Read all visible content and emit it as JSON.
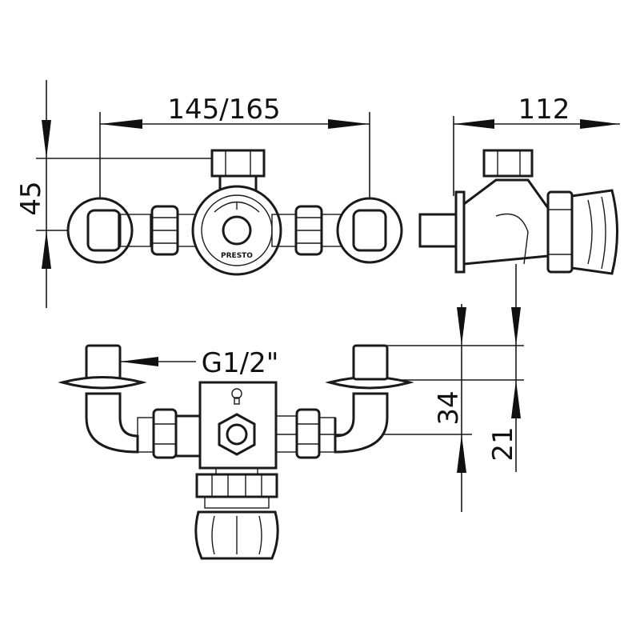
{
  "dimensions": {
    "width_overall": "145/165",
    "depth": "112",
    "height_offset": "45",
    "inlet_thread": "G1/2\"",
    "outlet_height_top": "34",
    "outlet_height_bottom": "21"
  },
  "labels": {
    "brand_mark": "PRESTO"
  },
  "colors": {
    "line": "#1a1a1a",
    "background": "#ffffff"
  }
}
